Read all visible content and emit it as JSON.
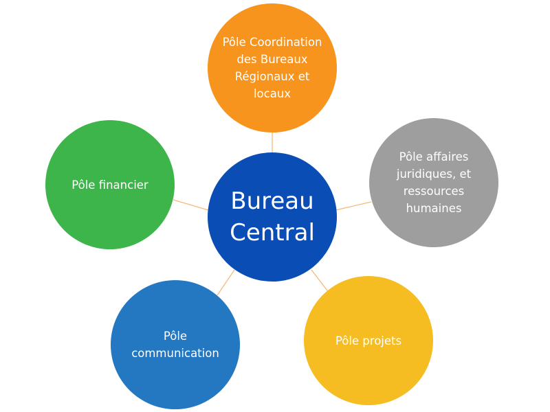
{
  "center": {
    "label": "Bureau Central",
    "color": "#0a4db5"
  },
  "nodes": [
    {
      "id": "top",
      "label": "Pôle Coordination des Bureaux Régionaux et locaux",
      "color": "#f7941d"
    },
    {
      "id": "right",
      "label": "Pôle affaires juridiques, et ressources humaines",
      "color": "#9e9e9e"
    },
    {
      "id": "left",
      "label": "Pôle financier",
      "color": "#3db54a"
    },
    {
      "id": "bleft",
      "label": "Pôle communication",
      "color": "#2478c2"
    },
    {
      "id": "bright",
      "label": "Pôle projets",
      "color": "#f6bd23"
    }
  ],
  "connector_color": "#f5b97a"
}
